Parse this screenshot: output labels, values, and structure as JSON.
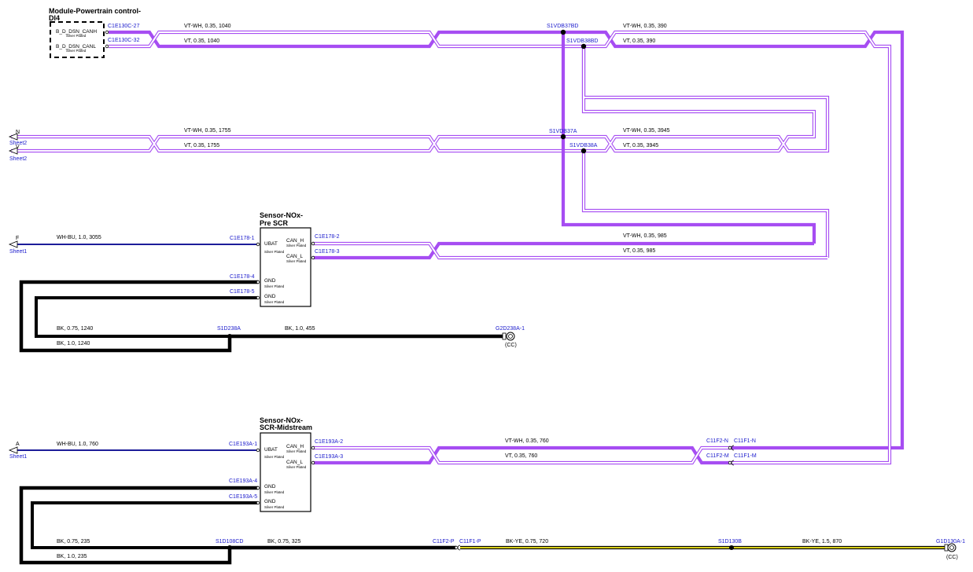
{
  "colors": {
    "vt_wire": "#a64df2",
    "vt_wh_wire": "#a64df2",
    "wh_bu_wire": "#1c1c99",
    "bk_wire": "#000000",
    "bk_ye_wire": "#d9cf1a",
    "connector_text": "#1a1acc",
    "text": "#000000"
  },
  "module": {
    "title_line1": "Module-Powertrain control-",
    "title_line2": "DI4",
    "pins": [
      {
        "name": "B_D_DSN_CANH",
        "plating": "Silver Plated",
        "connector": "C1E130C-27"
      },
      {
        "name": "B_D_DSN_CANL",
        "plating": "Silver Plated",
        "connector": "C1E130C-32"
      }
    ]
  },
  "sensor_pre": {
    "title_line1": "Sensor-NOx-",
    "title_line2": "Pre SCR",
    "pins": {
      "ubat": {
        "name": "UBAT",
        "plating": "Silver Plated",
        "connector": "C1E178-1"
      },
      "can_h": {
        "name": "CAN_H",
        "plating": "Silver Plated",
        "connector": "C1E178-2"
      },
      "can_l": {
        "name": "CAN_L",
        "plating": "Silver Plated",
        "connector": "C1E178-3"
      },
      "gnd1": {
        "name": "GND",
        "plating": "Silver Plated",
        "connector": "C1E178-4"
      },
      "gnd2": {
        "name": "GND",
        "plating": "Silver Plated",
        "connector": "C1E178-5"
      }
    }
  },
  "sensor_mid": {
    "title_line1": "Sensor-NOx-",
    "title_line2": "SCR-Midstream",
    "pins": {
      "ubat": {
        "name": "UBAT",
        "plating": "Silver Plated",
        "connector": "C1E193A-1"
      },
      "can_h": {
        "name": "CAN_H",
        "plating": "Silver Plated",
        "connector": "C1E193A-2"
      },
      "can_l": {
        "name": "CAN_L",
        "plating": "Silver Plated",
        "connector": "C1E193A-3"
      },
      "gnd1": {
        "name": "GND",
        "plating": "Silver Plated",
        "connector": "C1E193A-4"
      },
      "gnd2": {
        "name": "GND",
        "plating": "Silver Plated",
        "connector": "C1E193A-5"
      }
    }
  },
  "splices": {
    "s37bd": "S1VDB37BD",
    "s38bd": "S1VDB38BD",
    "s37a": "S1VDB37A",
    "s38a": "S1VDB38A",
    "s1d238a": "S1D238A",
    "s1d108cd": "S1D108CD",
    "s1d130b": "S1D130B"
  },
  "sheet_refs": {
    "n": {
      "letter": "N",
      "sheet": "Sheet2"
    },
    "v": {
      "letter": "V",
      "sheet": "Sheet2"
    },
    "f": {
      "letter": "F",
      "sheet": "Sheet1"
    },
    "a": {
      "letter": "A",
      "sheet": "Sheet1"
    }
  },
  "wire_labels": {
    "r1_vtwh_a": "VT-WH,  0.35,  1040",
    "r1_vt_a": "VT,  0.35,  1040",
    "r1_vtwh_b": "VT-WH,  0.35,  390",
    "r1_vt_b": "VT,  0.35,  390",
    "r2_vtwh_a": "VT-WH,  0.35,  1755",
    "r2_vt_a": "VT,  0.35,  1755",
    "r2_vtwh_b": "VT-WH,  0.35,  3945",
    "r2_vt_b": "VT,  0.35,  3945",
    "r3_whbu": "WH-BU,  1.0,  3055",
    "r3_vtwh": "VT-WH,  0.35,  985",
    "r3_vt": "VT,  0.35,  985",
    "r4_bk075": "BK,  0.75,  1240",
    "r4_bk10": "BK,  1.0,  1240",
    "r4_bk10_455": "BK,  1.0,  455",
    "r5_whbu": "WH-BU,  1.0,  760",
    "r5_vtwh": "VT-WH,  0.35,  760",
    "r5_vt": "VT,  0.35,  760",
    "r6_bk075_235": "BK,  0.75,  235",
    "r6_bk10_235": "BK,  1.0,  235",
    "r6_bk075_325": "BK,  0.75,  325",
    "r6_bkye_720": "BK-YE,  0.75,  720",
    "r6_bkye_870": "BK-YE,  1.5,  870"
  },
  "inline_connectors": {
    "c11f2n": "C11F2-N",
    "c11f1n": "C11F1-N",
    "c11f2m": "C11F2-M",
    "c11f1m": "C11F1-M",
    "c11f2p": "C11F2-P",
    "c11f1p": "C11F1-P"
  },
  "grounds": {
    "g2d238a": {
      "connector": "G2D238A-1",
      "tag": "(CC)"
    },
    "g1d130a": {
      "connector": "G1D130A-1",
      "tag": "(CC)"
    }
  }
}
